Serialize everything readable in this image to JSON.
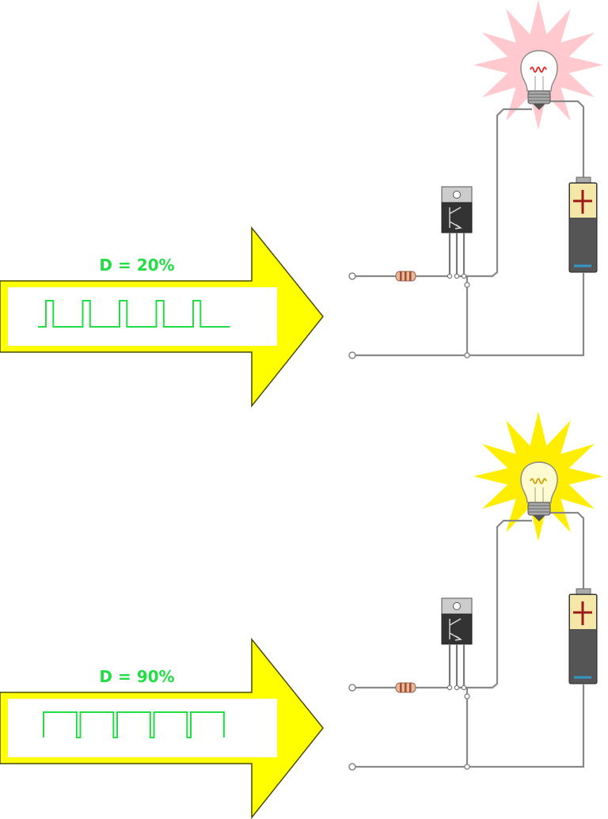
{
  "colors": {
    "arrow_fill": "#ffff00",
    "arrow_stroke": "#4a4a00",
    "pwm_green": "#22dd44",
    "wire": "#888888",
    "dim_glow": "#ffc9cf",
    "dim_filament": "#ee2222",
    "bright_glow": "#ffee00",
    "battery_top": "#f4e7a8",
    "battery_bottom": "#555555",
    "battery_plus": "#9b1b1b",
    "battery_minus": "#3399cc",
    "resistor": "#e7b89a",
    "transistor_body": "#333333",
    "transistor_tab": "#cccccc"
  },
  "panels": [
    {
      "duty_label": "D = 20%",
      "duty_cycle": 0.2,
      "pulses": 5,
      "lamp_state": "dim",
      "icons": [
        "pwm-arrow",
        "resistor-icon",
        "transistor-icon",
        "light-bulb-icon",
        "battery-icon"
      ]
    },
    {
      "duty_label": "D = 90%",
      "duty_cycle": 0.9,
      "pulses": 5,
      "lamp_state": "bright",
      "icons": [
        "pwm-arrow",
        "resistor-icon",
        "transistor-icon",
        "light-bulb-icon",
        "battery-icon"
      ]
    }
  ]
}
